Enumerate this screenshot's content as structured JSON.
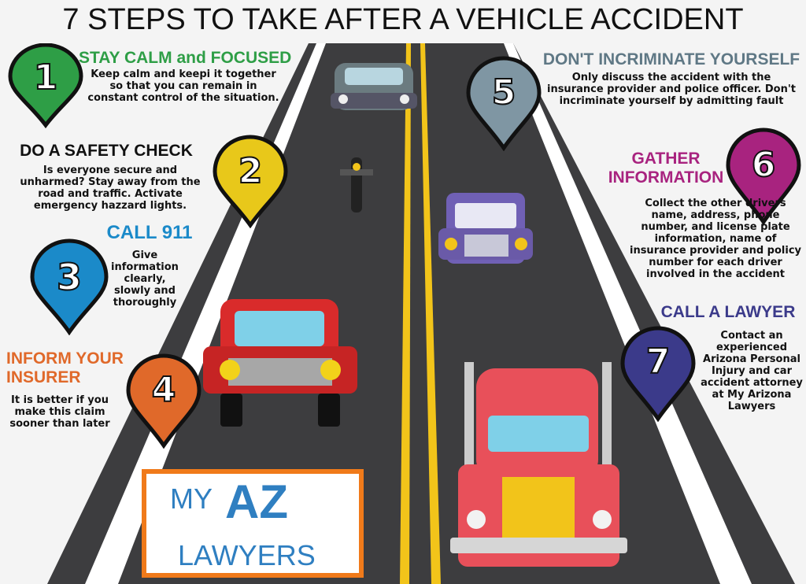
{
  "title": "7 STEPS TO TAKE AFTER A VEHICLE ACCIDENT",
  "steps": [
    {
      "number": "1",
      "heading": "STAY CALM and FOCUSED",
      "text": "Keep calm and keepi it together so that you can remain in constant control of the situation.",
      "color": "#2e9e46"
    },
    {
      "number": "2",
      "heading": "DO A SAFETY CHECK",
      "text": "Is everyone secure and unharmed? Stay away from the road and traffic. Activate emergency hazzard lights.",
      "color": "#e8c81a"
    },
    {
      "number": "3",
      "heading": "CALL 911",
      "text": "Give information clearly, slowly and thoroughly",
      "color": "#1b8ac9"
    },
    {
      "number": "4",
      "heading": "INFORM YOUR INSURER",
      "text": "It is better if you make this claim sooner than later",
      "color": "#e0692a"
    },
    {
      "number": "5",
      "heading": "DON'T INCRIMINATE YOURSELF",
      "text": "Only discuss the accident with the insurance provider and police officer. Don't incriminate yourself by admitting fault",
      "color": "#7f96a3"
    },
    {
      "number": "6",
      "heading": "GATHER INFORMATION",
      "text": "Collect the other drivers name, address, phone number, and license plate information, name of insurance provider and policy number for each driver involved in the accident",
      "color": "#a8237f"
    },
    {
      "number": "7",
      "heading": "CALL A LAWYER",
      "text": "Contact an experienced Arizona Personal Injury and car accident attorney at My Arizona Lawyers",
      "color": "#3b3a8a"
    }
  ],
  "logo": {
    "line1": "MY",
    "line2": "AZ",
    "line3": "LAWYERS"
  }
}
